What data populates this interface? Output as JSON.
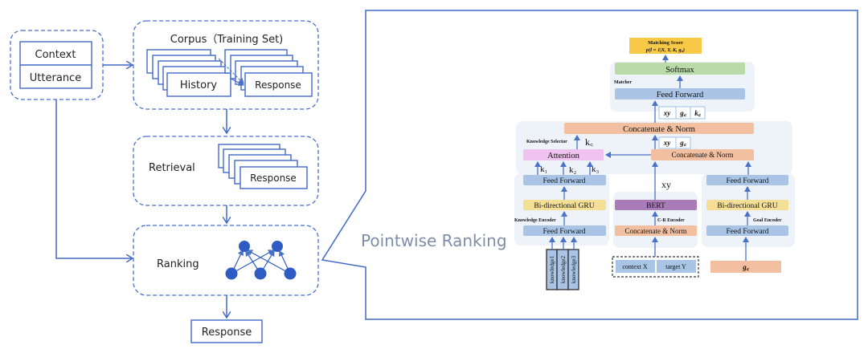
{
  "left": {
    "input": {
      "top": "Context",
      "bottom": "Utterance"
    },
    "corpus": {
      "title": "Corpus（Training Set)",
      "history": "History",
      "response": "Response"
    },
    "retrieval": {
      "title": "Retrieval",
      "response": "Response"
    },
    "ranking": {
      "title": "Ranking"
    },
    "output": "Response"
  },
  "right": {
    "caption": "Pointwise Ranking",
    "matching_score": {
      "title": "Matching Score",
      "formula": "p(l = 1|X, Y, K, g꜀)"
    },
    "matcher": {
      "label": "Matcher",
      "softmax": "Softmax",
      "feed_forward": "Feed Forward"
    },
    "concat_top": "Concatenate & Norm",
    "tokens_top": [
      "xy",
      "g꜀",
      "k꜀"
    ],
    "knowledge_selector": {
      "label": "Knowledge Selector",
      "kc": "k꜀",
      "attention": "Attention"
    },
    "tokens_mid": [
      "xy",
      "g꜀"
    ],
    "concat_mid": "Concatenate & Norm",
    "k_labels": [
      "k₁",
      "k₂",
      "k₃"
    ],
    "xy_label": "xy",
    "knowledge_encoder": {
      "label": "Knowledge Encoder",
      "ff_top": "Feed Forward",
      "gru": "Bi-directional GRU",
      "ff_bottom": "Feed Forward",
      "inputs": [
        "knowledge1",
        "knowledge2",
        "knowledge3"
      ]
    },
    "cr_encoder": {
      "label": "C-R  Encoder",
      "bert": "BERT",
      "concat": "Concatenate & Norm",
      "inputs": [
        "context X",
        "target Y"
      ]
    },
    "goal_encoder": {
      "label": "Goal  Encoder",
      "ff_top": "Feed Forward",
      "gru": "Bi-directional GRU",
      "ff_bottom": "Feed Forward",
      "input": "g꜀"
    },
    "colors": {
      "feed_forward": "#a9c4e4",
      "gru": "#f5df96",
      "bert": "#a97bb8",
      "concat": "#f2bfa0",
      "softmax": "#b9dba9",
      "attention": "#f0c2ef",
      "score": "#f7c946",
      "panel": "#eef2f9",
      "line": "#4169c8"
    }
  }
}
